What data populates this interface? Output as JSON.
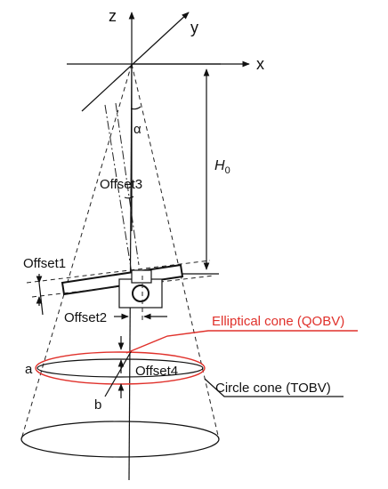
{
  "axes": {
    "x": "x",
    "y": "y",
    "z": "z"
  },
  "labels": {
    "alpha": "α",
    "h0_main": "H",
    "h0_sub": "0",
    "offset1": "Offset1",
    "offset2": "Offset2",
    "offset3": "Offset3",
    "offset4": "Offset4",
    "a": "a",
    "b": "b"
  },
  "callouts": {
    "qobv": "Elliptical cone (QOBV)",
    "tobv": "Circle cone (TOBV)"
  },
  "colors": {
    "qobv": "#e0312b",
    "line": "#111111"
  }
}
